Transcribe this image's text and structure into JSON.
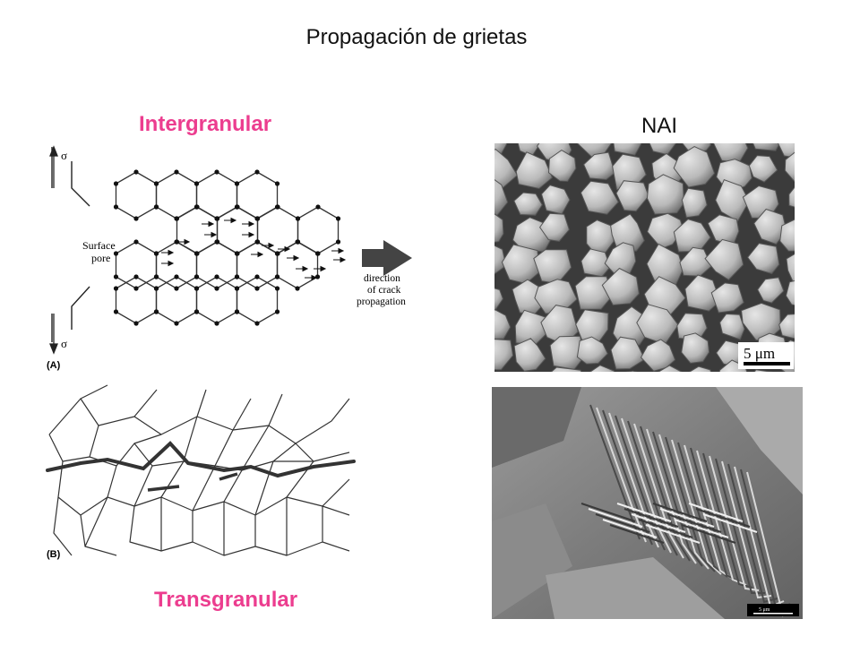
{
  "title": "Propagación de grietas",
  "intergranular_label": "Intergranular",
  "transgranular_label": "Transgranular",
  "nai_label": "NAI",
  "diagram_a": {
    "sigma": "σ",
    "surface_pore": [
      "Surface",
      "pore"
    ],
    "direction": [
      "direction",
      "of crack",
      "propagation"
    ],
    "panel": "(A)"
  },
  "diagram_b": {
    "panel": "(B)"
  },
  "sem_top": {
    "scale": "5 μm"
  },
  "sem_bottom": {
    "scale": "5 μm"
  }
}
